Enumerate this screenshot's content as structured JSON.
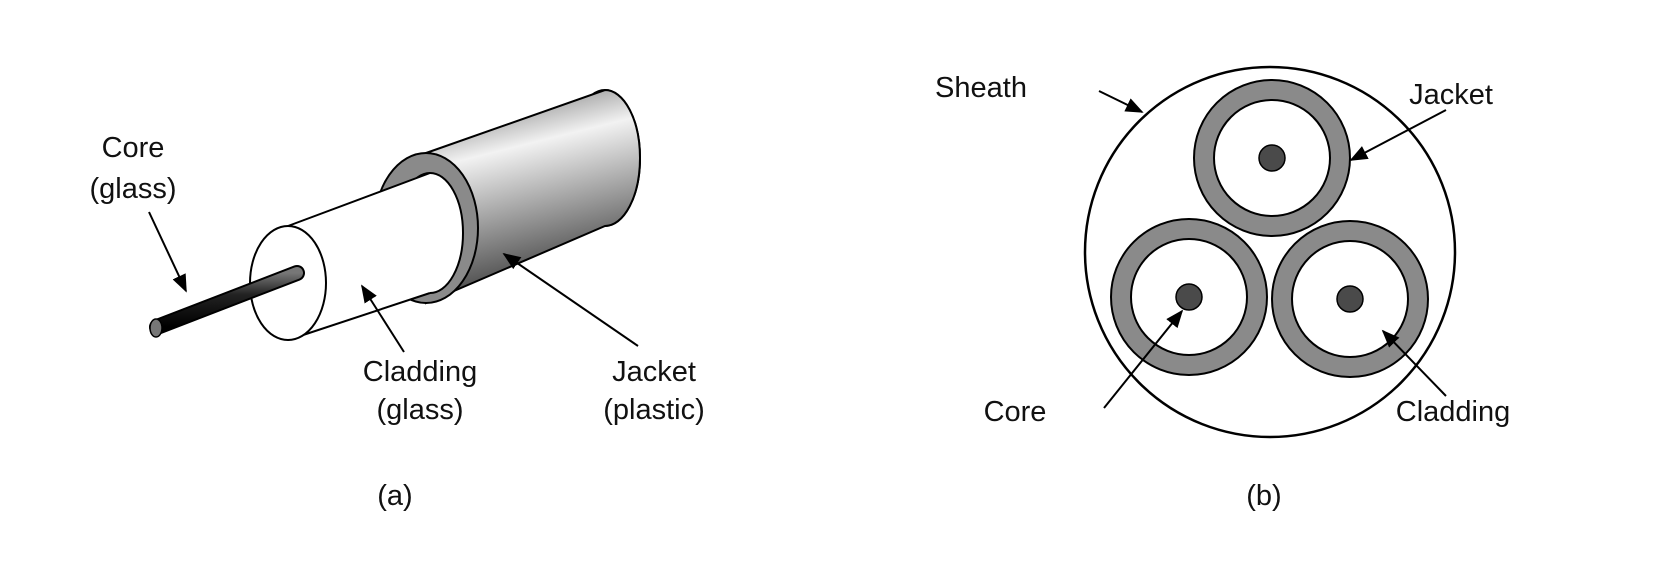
{
  "panel_a": {
    "caption": "(a)",
    "labels": {
      "core": [
        "Core",
        "(glass)"
      ],
      "cladding": [
        "Cladding",
        "(glass)"
      ],
      "jacket": [
        "Jacket",
        "(plastic)"
      ]
    }
  },
  "panel_b": {
    "caption": "(b)",
    "labels": {
      "sheath": "Sheath",
      "jacket": "Jacket",
      "core": "Core",
      "cladding": "Cladding"
    }
  },
  "colors": {
    "jacket_ring": "#8a8a8a",
    "core": "#4a4a4a",
    "outline": "#000000"
  }
}
